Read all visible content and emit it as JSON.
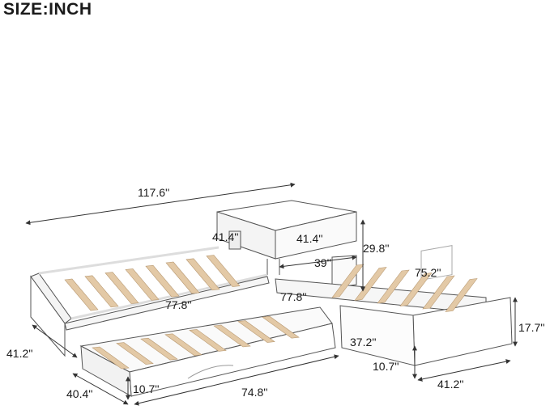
{
  "title": "SIZE:INCH",
  "dimensions": {
    "overall_length": "117.6''",
    "nightstand_width": "41.4''",
    "nightstand_depth": "41.4''",
    "nightstand_height": "29.8''",
    "upper_bed_width": "39''",
    "right_bed_length": "75.2''",
    "left_bed_length": "77.8''",
    "inner_bed_length": "77.8''",
    "left_bed_width": "41.2''",
    "trundle_width": "40.4''",
    "trundle_height": "10.7''",
    "trundle_length": "74.8''",
    "drawer_depth": "37.2''",
    "drawer_height": "10.7''",
    "right_bed_width": "41.2''",
    "bed_height": "17.7''"
  },
  "colors": {
    "frame": "#ffffff",
    "slat": "#e3c9a6",
    "line": "#333333"
  }
}
